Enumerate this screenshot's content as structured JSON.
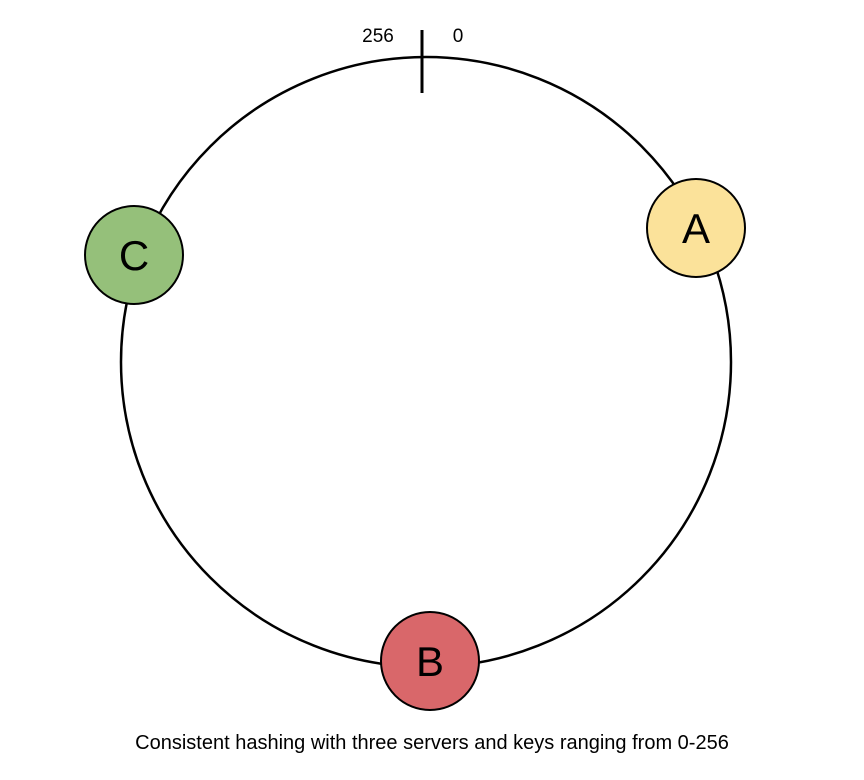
{
  "ring": {
    "start_label": "0",
    "end_label": "256"
  },
  "servers": [
    {
      "id": "a",
      "label": "A",
      "color": "#fbe29a"
    },
    {
      "id": "b",
      "label": "B",
      "color": "#d9676a"
    },
    {
      "id": "c",
      "label": "C",
      "color": "#95c07a"
    }
  ],
  "caption": "Consistent hashing with three servers and keys ranging from 0-256"
}
